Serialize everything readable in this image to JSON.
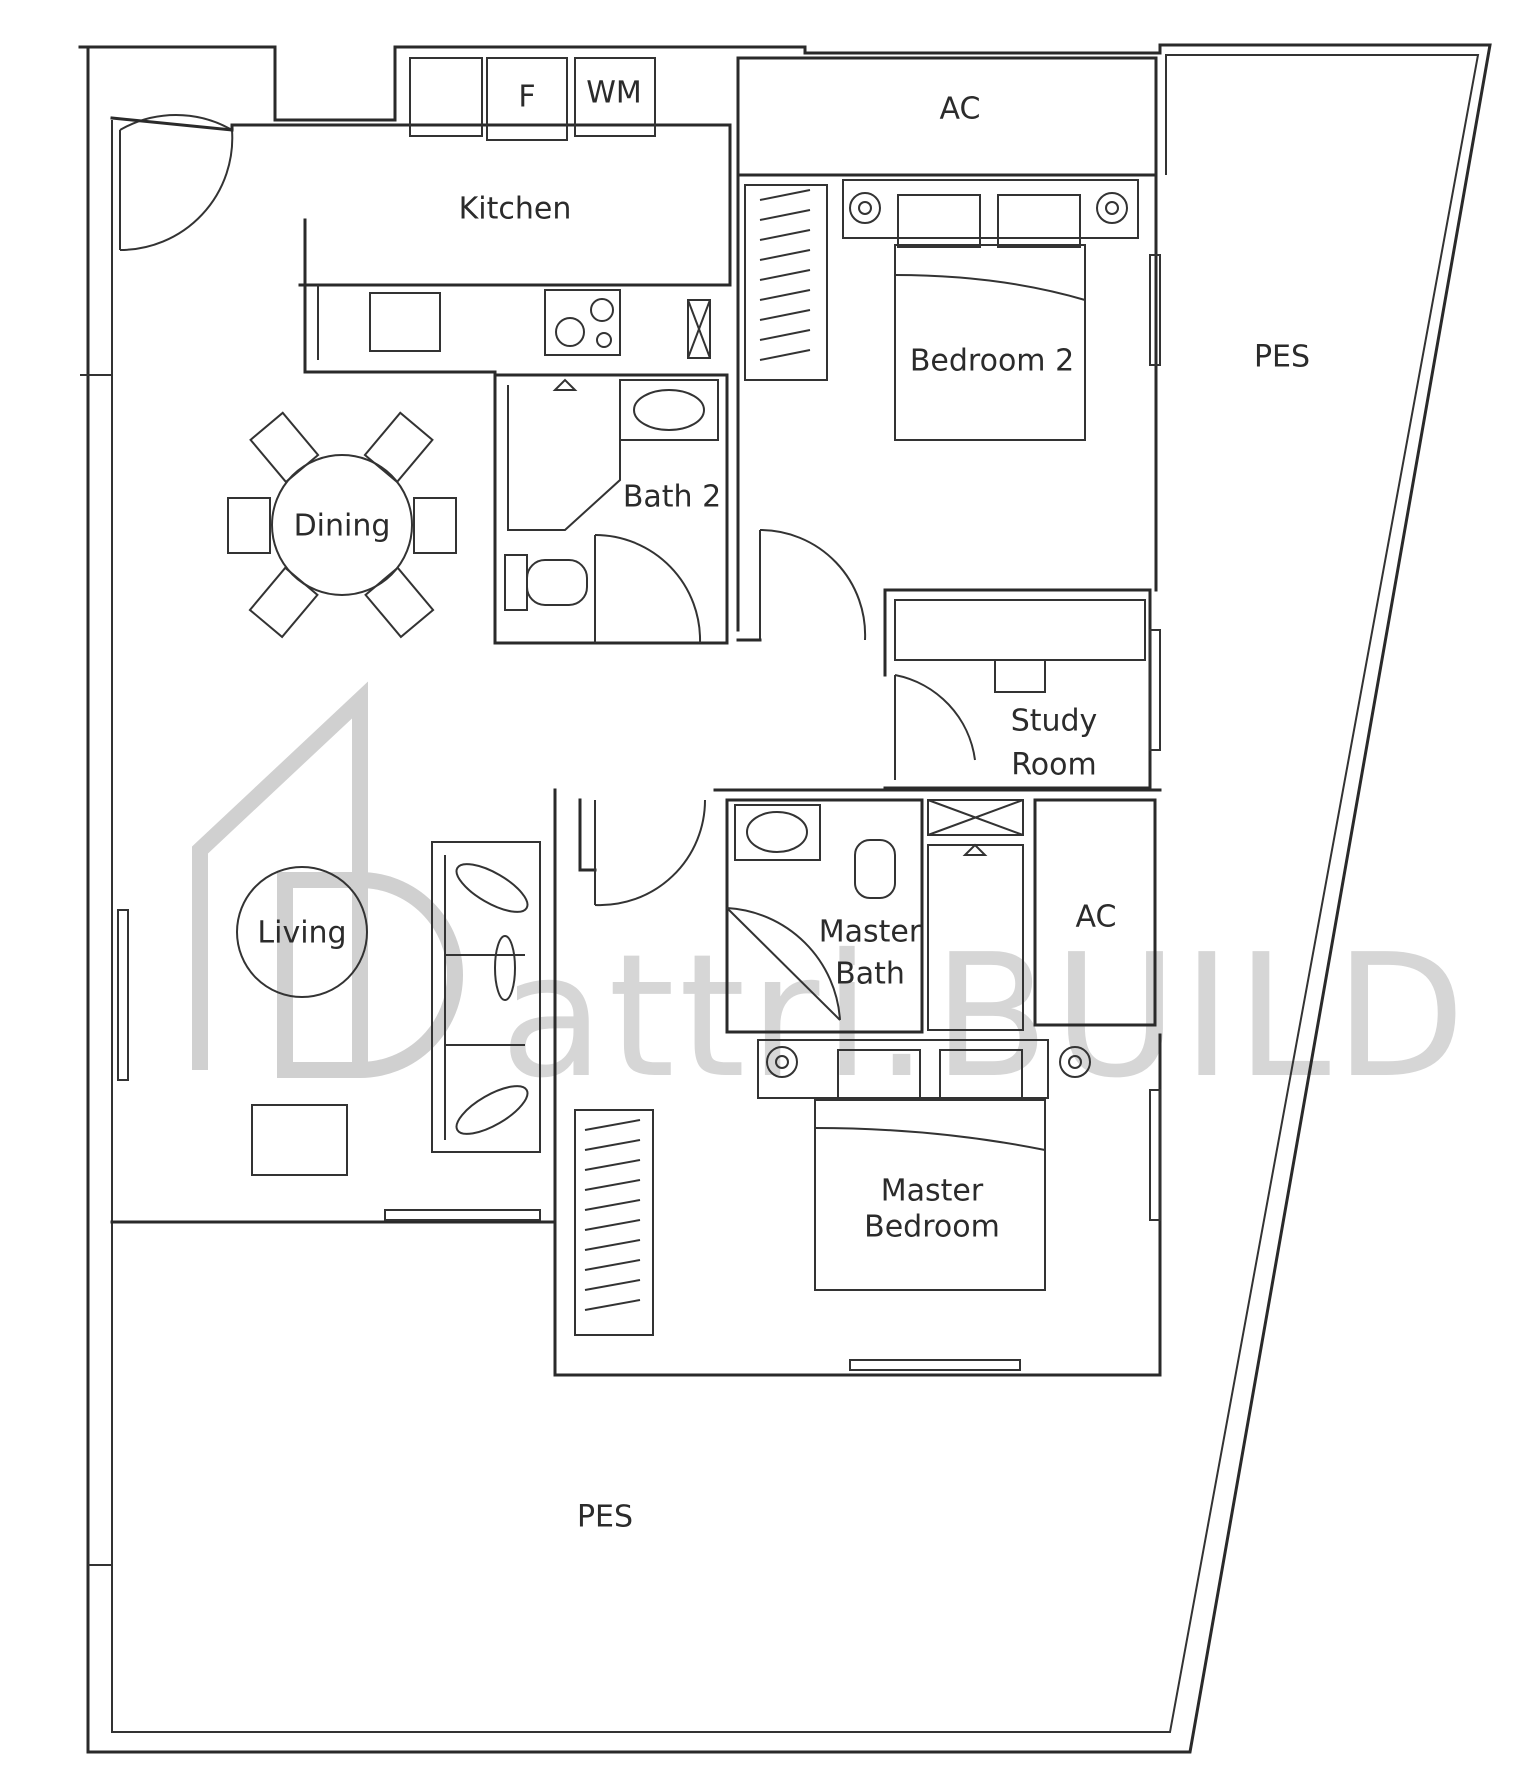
{
  "rooms": {
    "kitchen": "Kitchen",
    "fridge": "F",
    "washing_machine": "WM",
    "ac_top": "AC",
    "bedroom2": "Bedroom 2",
    "pes_right": "PES",
    "bath2": "Bath 2",
    "dining": "Dining",
    "study_line1": "Study",
    "study_line2": "Room",
    "living": "Living",
    "master_bath_line1": "Master",
    "master_bath_line2": "Bath",
    "ac_mid": "AC",
    "master_bed_line1": "Master",
    "master_bed_line2": "Bedroom",
    "pes_bottom": "PES"
  },
  "watermark": {
    "text": "attri.BUILD"
  }
}
